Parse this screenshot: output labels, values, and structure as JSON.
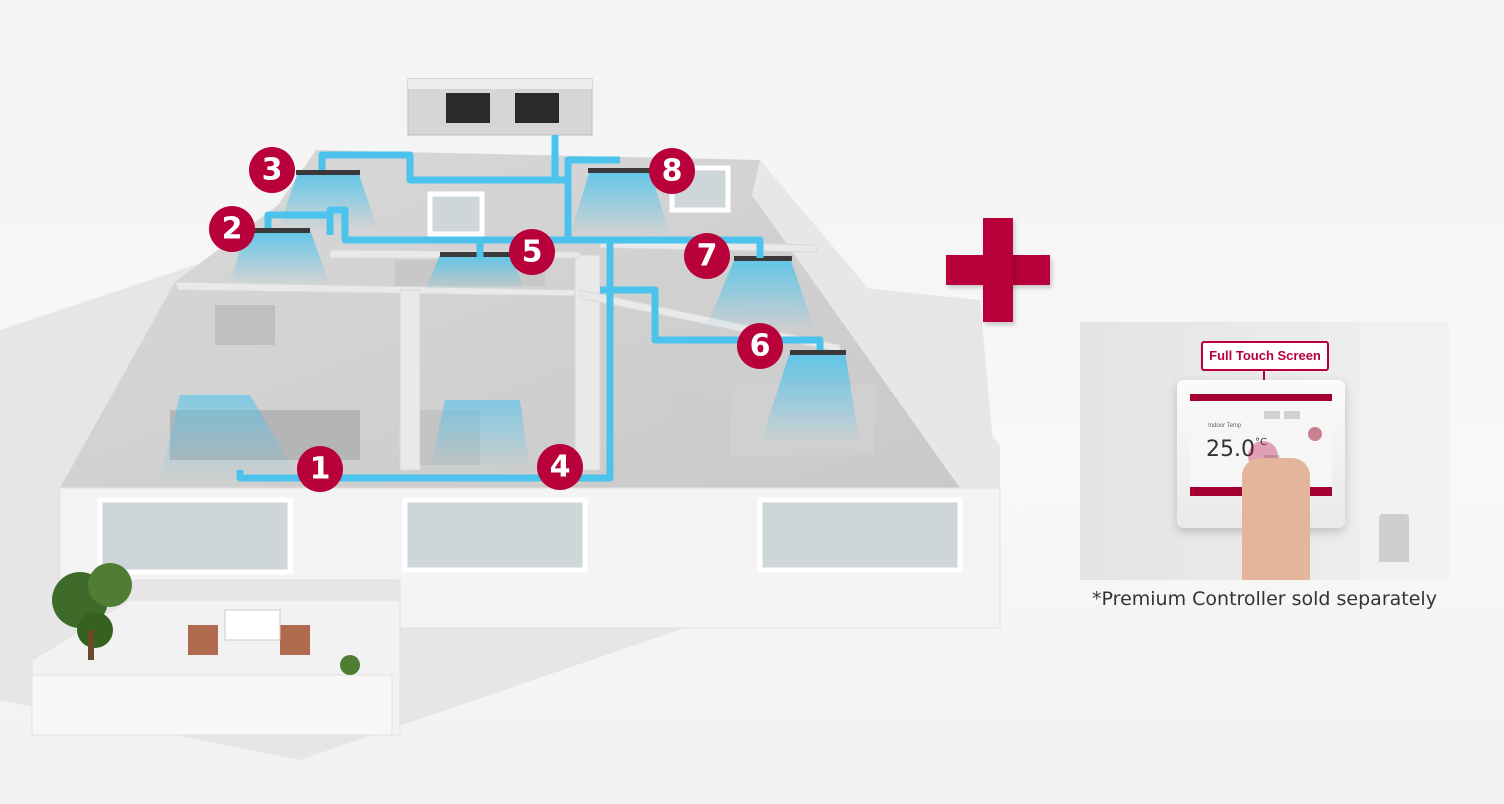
{
  "zones": [
    "1",
    "2",
    "3",
    "4",
    "5",
    "6",
    "7",
    "8"
  ],
  "controller": {
    "callout": "Full Touch Screen",
    "temperature": "25.0",
    "unit": "°C",
    "temp_label": "Indoor Temp",
    "caption": "*Premium Controller sold separately"
  },
  "colors": {
    "accent": "#b8003a",
    "duct": "#4cc3ec",
    "airflow": "#6fd3f2"
  }
}
